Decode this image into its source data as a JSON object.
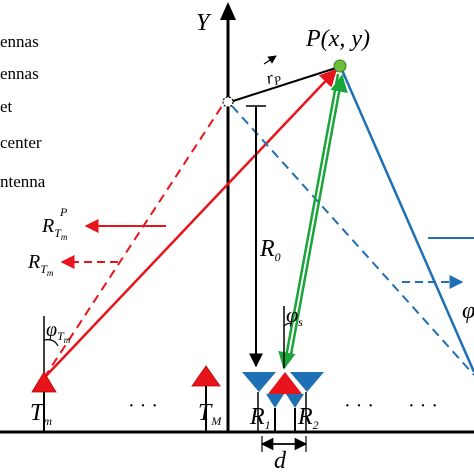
{
  "legend": {
    "items": [
      {
        "text": "ennas"
      },
      {
        "text": "ennas"
      },
      {
        "text": "et"
      },
      {
        "text": "center"
      },
      {
        "text": "ntenna"
      }
    ]
  },
  "axis": {
    "y_label": "Y"
  },
  "labels": {
    "target_main": "P",
    "target_coords": "(x, y)",
    "r_vec": "r",
    "r_vec_sub": "P",
    "R0_main": "R",
    "R0_sub": "0",
    "R_tm_P_main": "R",
    "R_tm_P_sub": "T",
    "R_tm_P_subsub": "m",
    "R_tm_P_sup": "P",
    "R_tm_main": "R",
    "R_tm_sub": "T",
    "R_tm_subsub": "m",
    "phi_tm_main": "φ",
    "phi_tm_sub": "T",
    "phi_tm_subsub": "m",
    "phi_s_main": "φ",
    "phi_s_sub": "s",
    "phi_right": "φ",
    "Tm_main": "T",
    "Tm_sub": "m",
    "TM_main": "T",
    "TM_sub": "M",
    "R1_main": "R",
    "R1_sub": "1",
    "R2_main": "R",
    "R2_sub": "2",
    "d_label": "d",
    "dots_left": "· · ·",
    "dots_right_1": "· · ·",
    "dots_right_2": "· · ·"
  },
  "colors": {
    "red": "#e8141c",
    "blue": "#1f6fb4",
    "green": "#1aa53a",
    "black": "#000000",
    "target_fill": "#6bbf3a"
  }
}
